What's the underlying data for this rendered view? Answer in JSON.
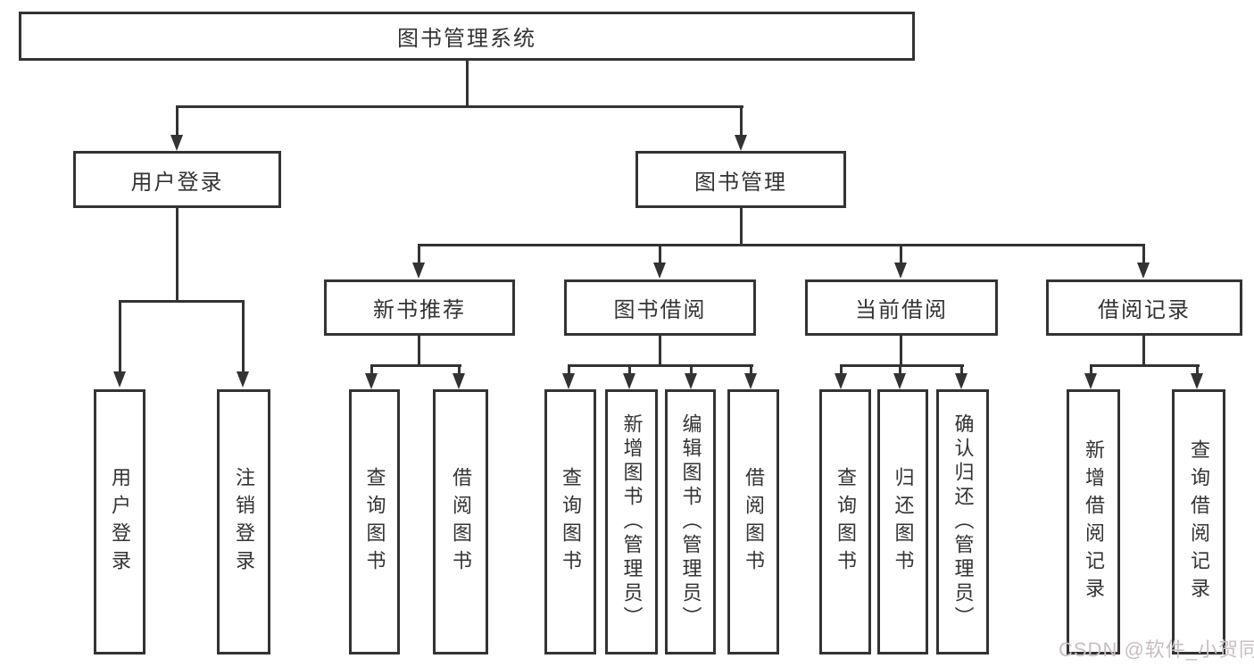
{
  "tree": {
    "root": {
      "label": "图书管理系统"
    },
    "branches": [
      {
        "label": "用户登录",
        "children": [
          {
            "label": "用户登录"
          },
          {
            "label": "注销登录"
          }
        ]
      },
      {
        "label": "图书管理",
        "children": [
          {
            "label": "新书推荐",
            "children": [
              {
                "label": "查询图书"
              },
              {
                "label": "借阅图书"
              }
            ]
          },
          {
            "label": "图书借阅",
            "children": [
              {
                "label": "查询图书"
              },
              {
                "label": "新增图书（管理员）"
              },
              {
                "label": "编辑图书（管理员）"
              },
              {
                "label": "借阅图书"
              }
            ]
          },
          {
            "label": "当前借阅",
            "children": [
              {
                "label": "查询图书"
              },
              {
                "label": "归还图书"
              },
              {
                "label": "确认归还（管理员）"
              }
            ]
          },
          {
            "label": "借阅记录",
            "children": [
              {
                "label": "新增借阅记录"
              },
              {
                "label": "查询借阅记录"
              }
            ]
          }
        ]
      }
    ]
  },
  "watermark": {
    "text": "CSDN @软件_小贺同学"
  },
  "colors": {
    "line": "#333333",
    "text": "#333333",
    "background": "#ffffff",
    "box_border": "#333333",
    "watermark": "#c9bec0"
  }
}
